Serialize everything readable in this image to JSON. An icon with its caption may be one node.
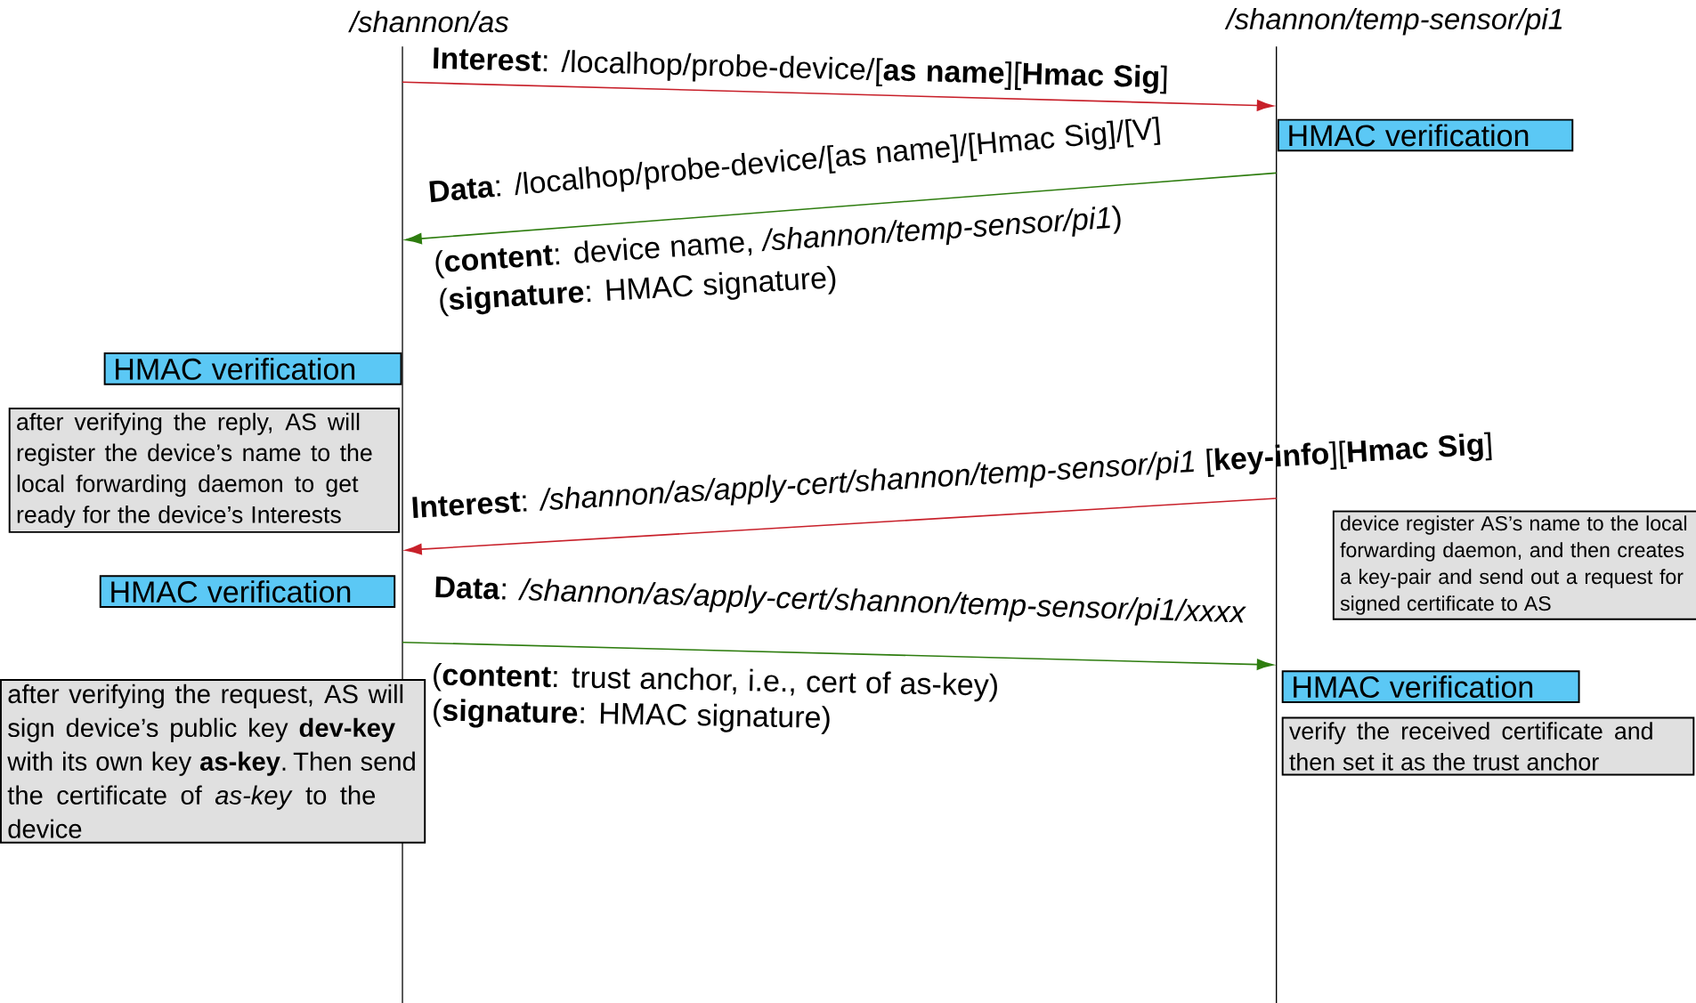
{
  "diagram": {
    "nodes": [
      {
        "text": [],
        "shape": "bar",
        "beside": [
          "*/shannon/as*"
        ]
      },
      {
        "text": [],
        "shape": "bar",
        "beside": [
          "*/shannon/temp-sensor/pi1*"
        ]
      },
      {
        "text": [
          "HMAC verification"
        ]
      },
      {
        "text": [
          "HMAC verification"
        ]
      },
      {
        "text": [
          "after verifying the reply, AS will register the device’s name to the local forwarding daemon to get ready for the device’s Interests"
        ]
      },
      {
        "text": [
          "HMAC verification"
        ]
      },
      {
        "text": [
          "after verifying the request, AS will sign device’s public key **dev-key** with its own key **as-key**. Then send the certificate of *as-key* to the device"
        ]
      },
      {
        "text": [
          "device register AS’s name to the local forwarding daemon, and then creates a key-pair and send out a request for signed certificate to AS"
        ]
      },
      {
        "text": [
          "HMAC verification"
        ]
      },
      {
        "text": [
          "verify the received certificate and then set it as the trust anchor"
        ]
      }
    ],
    "edges": [
      {
        "from": 0,
        "to": 1,
        "arrow": "to",
        "color": "#c8202a",
        "label": "**Interest**: /localhop/probe-device/[**as name**][**Hmac Sig**]"
      },
      {
        "from": 1,
        "to": 0,
        "arrow": "to",
        "color": "#2e7d0f",
        "label": "**Data**: /localhop/probe-device/[as name]/[Hmac Sig]/[V]"
      },
      {
        "from": 1,
        "to": 0,
        "arrow": "to",
        "color": "#c8202a",
        "label": "**Interest**: */shannon/as/apply-cert/shannon/temp-sensor/pi1* [**key-info**][**Hmac Sig**]"
      },
      {
        "from": 0,
        "to": 1,
        "arrow": "to",
        "color": "#2e7d0f",
        "label": "**Data**: */shannon/as/apply-cert/shannon/temp-sensor/pi1/xxxx*"
      }
    ],
    "labels": [
      "(**content**: device name, */shannon/temp-sensor/pi1*)",
      "(**signature**: HMAC signature)",
      "(**content**: trust anchor, i.e., cert of as-key)",
      "(**signature**: HMAC signature)"
    ]
  }
}
